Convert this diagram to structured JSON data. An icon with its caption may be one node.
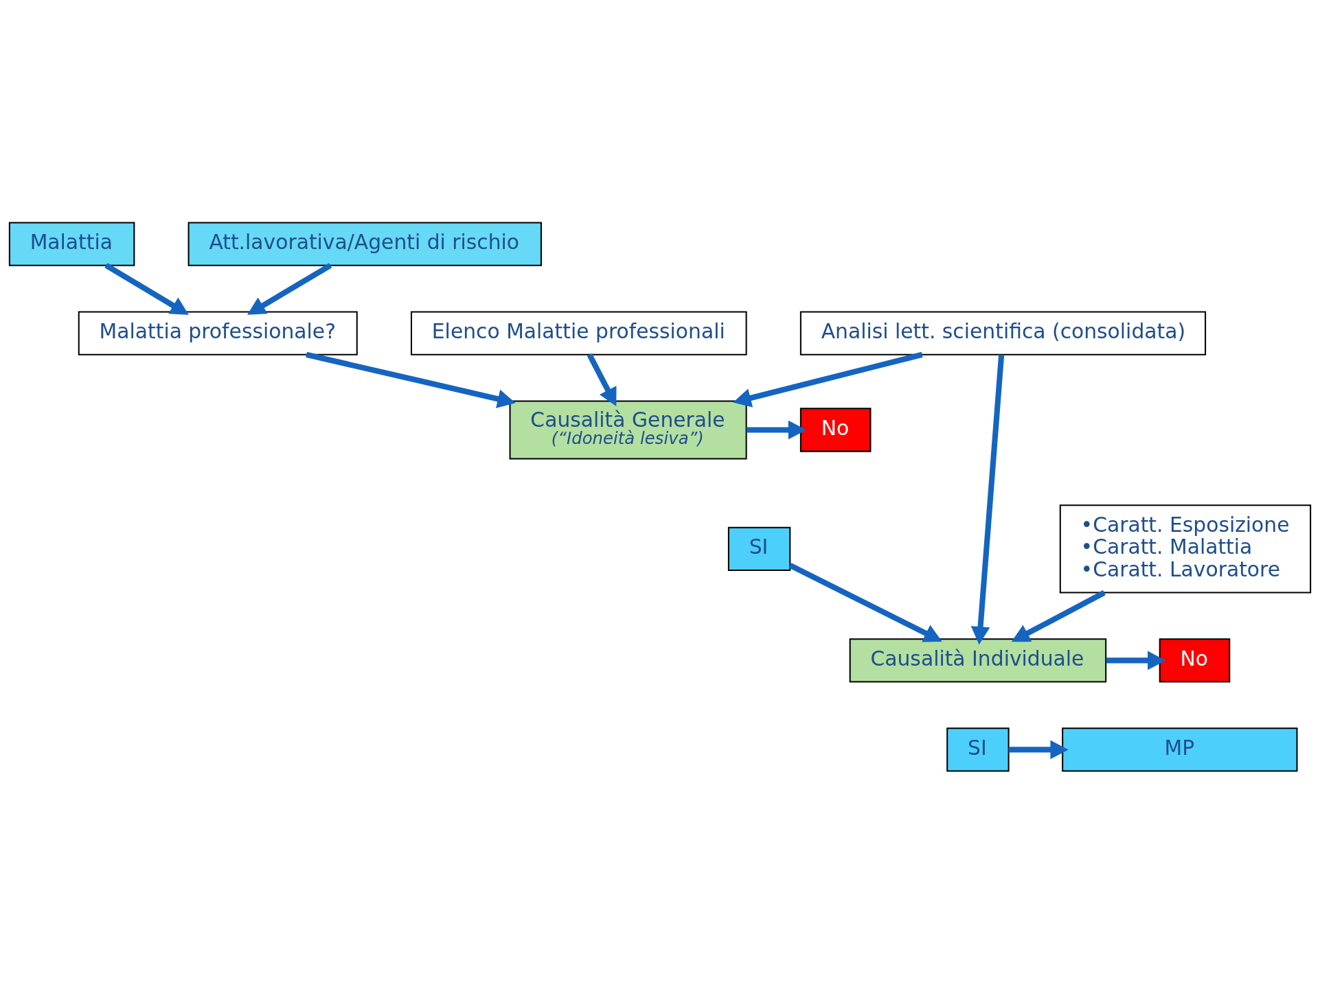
{
  "diagram": {
    "nodes": [
      {
        "text": [
          "Malattia"
        ]
      },
      {
        "text": [
          "Att.lavorativa/Agenti di rischio"
        ]
      },
      {
        "text": [
          "Malattia professionale?"
        ]
      },
      {
        "text": [
          "Analisi lett. scientifica (consolidata)"
        ]
      },
      {
        "text": [
          "Elenco Malattie professionali"
        ]
      },
      {
        "text": [
          "Causalità Generale",
          "(“Idoneità lesiva”)"
        ]
      },
      {
        "text": [
          "No"
        ]
      },
      {
        "text": [
          "SI"
        ]
      },
      {
        "text": [
          "•Caratt. Esposizione",
          "•Caratt. Malattia",
          "•Caratt. Lavoratore"
        ]
      },
      {
        "text": [
          "Causalità Individuale"
        ]
      },
      {
        "text": [
          "No"
        ]
      },
      {
        "text": [
          "SI"
        ]
      },
      {
        "text": [
          "MP"
        ]
      }
    ],
    "edges": [
      {
        "from": 0,
        "to": 2,
        "arrow": "to"
      },
      {
        "from": 1,
        "to": 2,
        "arrow": "to"
      },
      {
        "from": 2,
        "to": 5,
        "arrow": "to"
      },
      {
        "from": 3,
        "to": 5,
        "arrow": "to"
      },
      {
        "from": 4,
        "to": 5,
        "arrow": "to"
      },
      {
        "from": 5,
        "to": 6,
        "arrow": "to"
      },
      {
        "from": 7,
        "to": 9,
        "arrow": "to"
      },
      {
        "from": 8,
        "to": 9,
        "arrow": "to"
      },
      {
        "from": 3,
        "to": 9,
        "arrow": "to"
      },
      {
        "from": 9,
        "to": 10,
        "arrow": "to"
      },
      {
        "from": 11,
        "to": 12,
        "arrow": "to"
      }
    ]
  }
}
